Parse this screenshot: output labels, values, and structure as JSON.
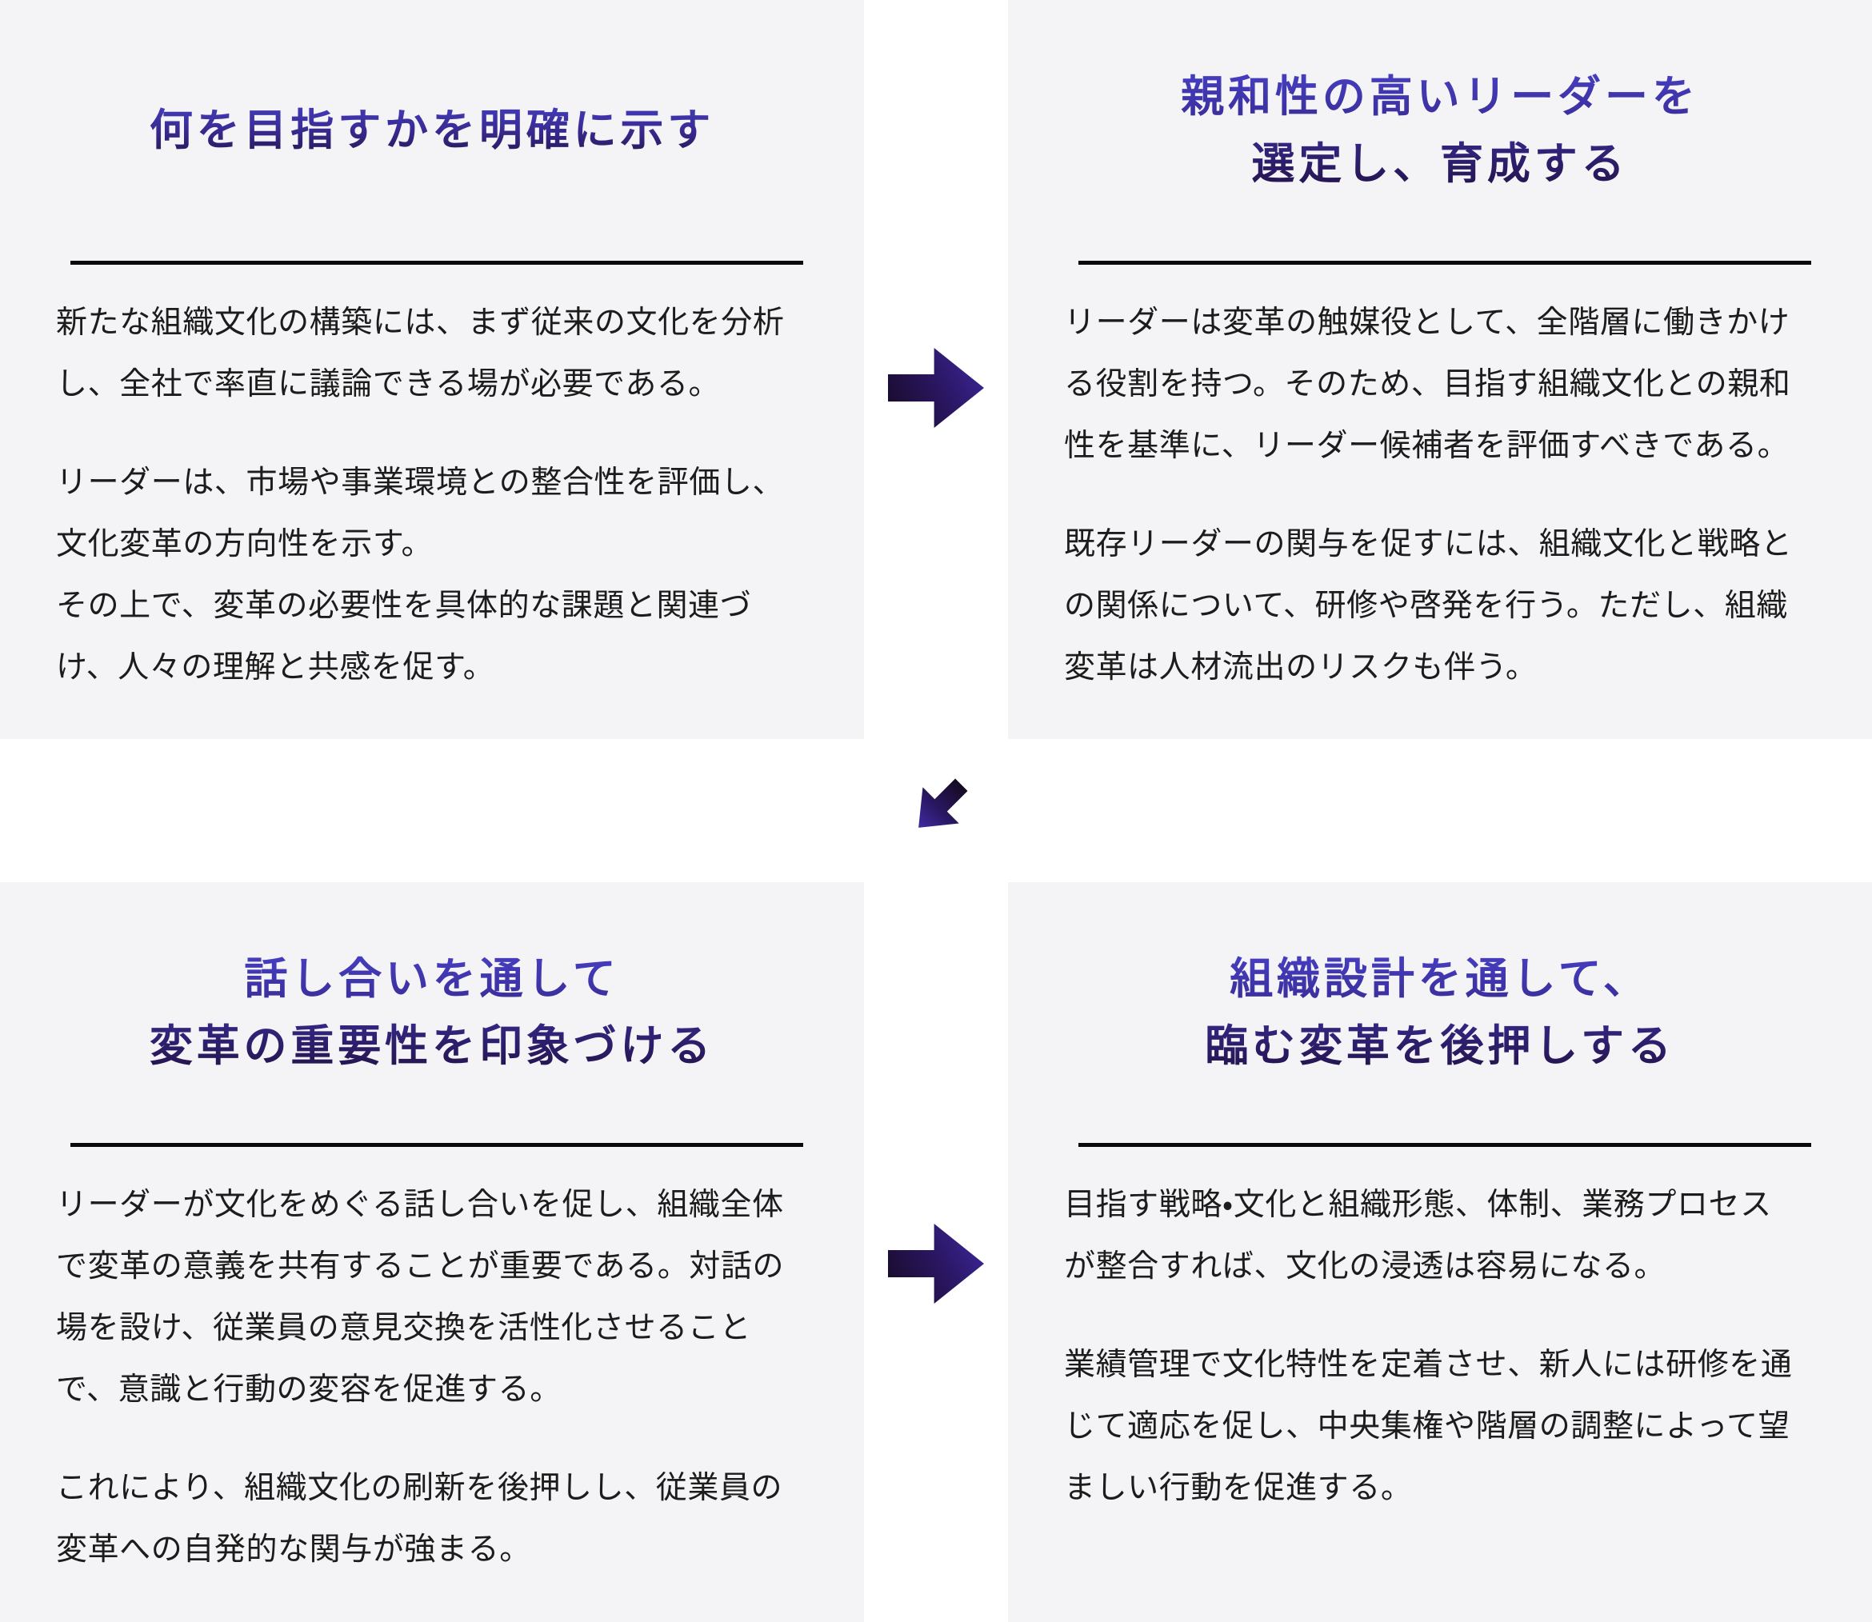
{
  "colors": {
    "page_background": "#ffffff",
    "panel_background": "#f4f3f5",
    "divider": "#0a0a0a",
    "body_text": "#1c1c1c",
    "heading_gradient_top": "#4741c7",
    "heading_gradient_bottom": "#211042",
    "arrow_gradient_dark": "#150a22",
    "arrow_gradient_bright": "#3e2aa0"
  },
  "panels": [
    {
      "title": "何を目指すかを明確に示す",
      "paragraphs": [
        "新たな組織文化の構築には、まず従来の文化を分析\nし、全社で率直に議論できる場が必要である。",
        "リーダーは、市場や事業環境との整合性を評価し、\n文化変革の方向性を示す。\nその上で、変革の必要性を具体的な課題と関連づ\nけ、人々の理解と共感を促す。"
      ]
    },
    {
      "title": "親和性の高いリーダーを\n選定し、育成する",
      "paragraphs": [
        "リーダーは変革の触媒役として、全階層に働きかけ\nる役割を持つ。そのため、目指す組織文化との親和\n性を基準に、リーダー候補者を評価すべきである。",
        "既存リーダーの関与を促すには、組織文化と戦略と\nの関係について、研修や啓発を行う。ただし、組織\n変革は人材流出のリスクも伴う。"
      ]
    },
    {
      "title": "話し合いを通して\n変革の重要性を印象づける",
      "paragraphs": [
        "リーダーが文化をめぐる話し合いを促し、組織全体\nで変革の意義を共有することが重要である。対話の\n場を設け、従業員の意見交換を活性化させること\nで、意識と行動の変容を促進する。",
        "これにより、組織文化の刷新を後押しし、従業員の\n変革への自発的な関与が強まる。"
      ]
    },
    {
      "title": "組織設計を通して、\n臨む変革を後押しする",
      "paragraphs": [
        "目指す戦略・文化と組織形態、体制、業務プロセス\nが整合すれば、文化の浸透は容易になる。",
        "業績管理で文化特性を定着させ、新人には研修を通\nじて適応を促し、中央集権や階層の調整によって望\nましい行動を促進する。"
      ]
    }
  ],
  "arrows": [
    {
      "direction": "right",
      "from_step": 1,
      "to_step": 2
    },
    {
      "direction": "down-left",
      "from_step": 2,
      "to_step": 3
    },
    {
      "direction": "right",
      "from_step": 3,
      "to_step": 4
    }
  ]
}
